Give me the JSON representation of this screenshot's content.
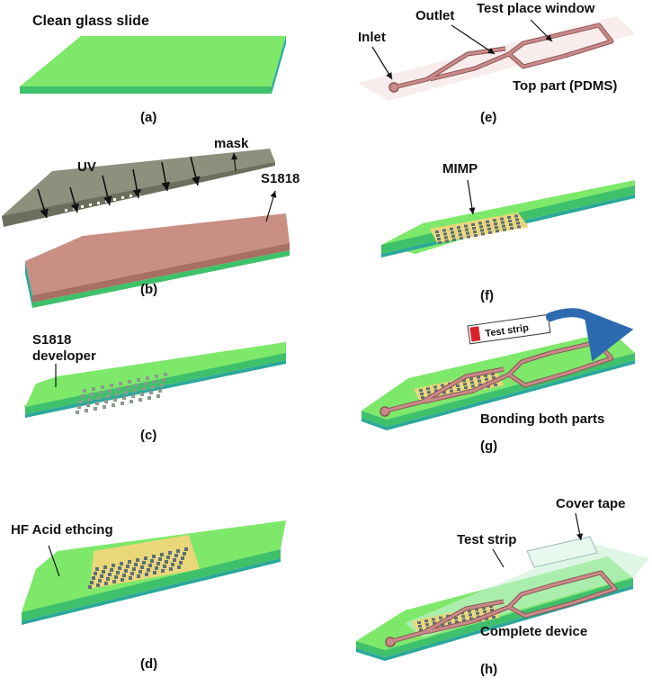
{
  "colors": {
    "glass_top": "#7ee86b",
    "glass_front": "#3fc06a",
    "glass_side": "#2aa89a",
    "photoresist": "#c98f84",
    "mask": "#8e8f7c",
    "channel": "#c98a8a",
    "channel_edge": "#8a5454",
    "mimp": "#e9d77a",
    "pillar": "#5e6f7a",
    "pdms": "#f3dcdc",
    "strip_red": "#d9232a",
    "arrow_blue": "#2d6bb0",
    "tape": "#c9f0d7"
  },
  "panels": {
    "a": {
      "caption": "(a)",
      "label": "Clean glass slide"
    },
    "b": {
      "caption": "(b)",
      "uv": "UV",
      "mask": "mask",
      "resist": "S1818"
    },
    "c": {
      "caption": "(c)",
      "developer_1": "S1818",
      "developer_2": "developer"
    },
    "d": {
      "caption": "(d)",
      "etch": "HF Acid ethcing"
    },
    "e": {
      "caption": "(e)",
      "inlet": "Inlet",
      "outlet": "Outlet",
      "window": "Test place window",
      "top_part": "Top part (PDMS)"
    },
    "f": {
      "caption": "(f)",
      "mimp": "MIMP"
    },
    "g": {
      "caption": "(g)",
      "strip": "Test strip",
      "bonding": "Bonding both parts"
    },
    "h": {
      "caption": "(h)",
      "cover": "Cover tape",
      "strip": "Test strip",
      "complete": "Complete device"
    }
  }
}
